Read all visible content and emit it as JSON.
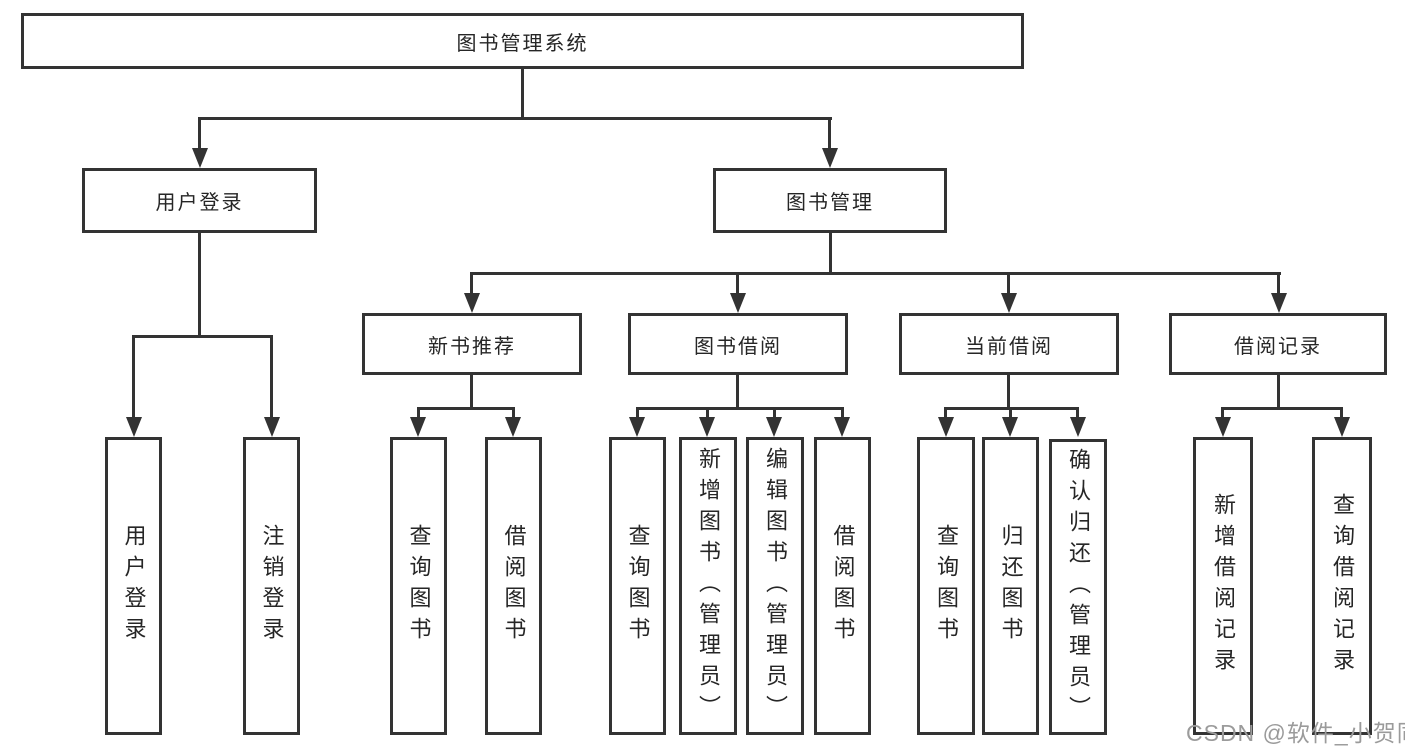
{
  "diagram_title": "图书管理系统",
  "tree": {
    "root": {
      "label": "图书管理系统"
    },
    "branches": {
      "user_login": {
        "label": "用户登录",
        "children": [
          {
            "label": "用户登录"
          },
          {
            "label": "注销登录"
          }
        ]
      },
      "book_management": {
        "label": "图书管理",
        "children": [
          {
            "label": "新书推荐",
            "children": [
              {
                "label": "查询图书"
              },
              {
                "label": "借阅图书"
              }
            ]
          },
          {
            "label": "图书借阅",
            "children": [
              {
                "label": "查询图书"
              },
              {
                "label": "新增图书（管理员）"
              },
              {
                "label": "编辑图书（管理员）"
              },
              {
                "label": "借阅图书"
              }
            ]
          },
          {
            "label": "当前借阅",
            "children": [
              {
                "label": "查询图书"
              },
              {
                "label": "归还图书"
              },
              {
                "label": "确认归还（管理员）"
              }
            ]
          },
          {
            "label": "借阅记录",
            "children": [
              {
                "label": "新增借阅记录"
              },
              {
                "label": "查询借阅记录"
              }
            ]
          }
        ]
      }
    }
  },
  "watermark": "CSDN @软件_小贺同学",
  "colors": {
    "line": "#333333",
    "text": "#262626",
    "background": "#ffffff",
    "watermark": "#9b9b9b"
  }
}
